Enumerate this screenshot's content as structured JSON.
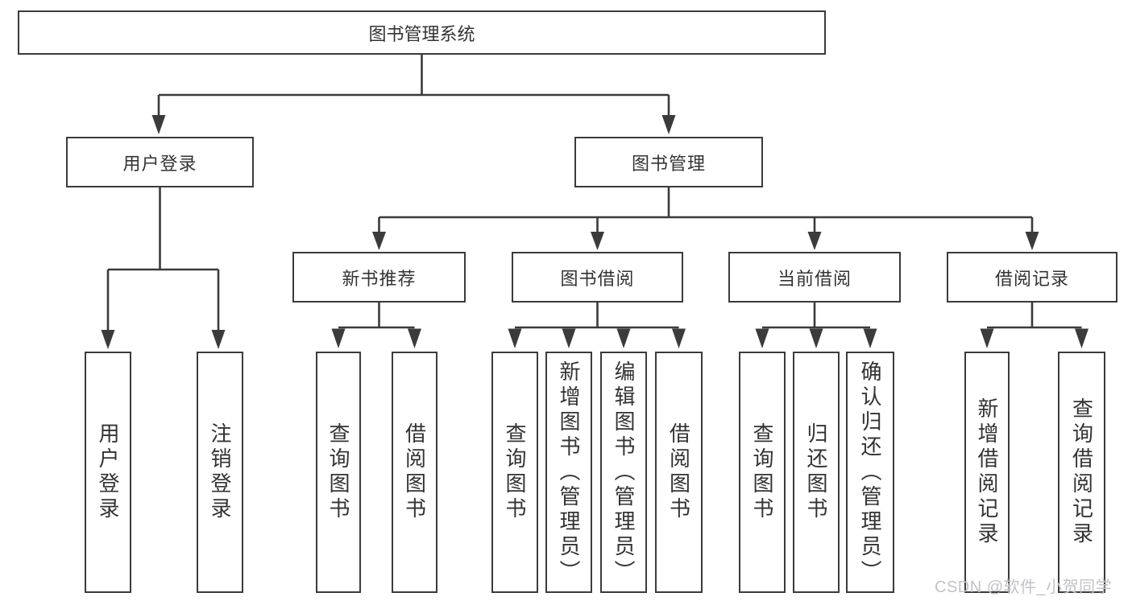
{
  "diagram": {
    "title": "图书管理系统",
    "level2": {
      "user_login": {
        "label": "用户登录"
      },
      "book_management": {
        "label": "图书管理"
      }
    },
    "level3": {
      "new_book_rec": {
        "label": "新书推荐"
      },
      "book_borrow": {
        "label": "图书借阅"
      },
      "current_borrow": {
        "label": "当前借阅"
      },
      "borrow_records": {
        "label": "借阅记录"
      }
    },
    "leaves": {
      "user_login": [
        "用户登录",
        "注销登录"
      ],
      "new_book_rec": [
        "查询图书",
        "借阅图书"
      ],
      "book_borrow": [
        "查询图书",
        "新增图书（管理员）",
        "编辑图书（管理员）",
        "借阅图书"
      ],
      "current_borrow": [
        "查询图书",
        "归还图书",
        "确认归还（管理员）"
      ],
      "borrow_records": [
        "新增借阅记录",
        "查询借阅记录"
      ]
    }
  },
  "watermark": {
    "text": "CSDN @软件_小贺同学"
  },
  "colors": {
    "line": "#3b3b3b",
    "box_border": "#3b3b3b",
    "box_fill": "#ffffff",
    "text": "#333333",
    "watermark": "#c2c3c6",
    "background": "#ffffff"
  }
}
